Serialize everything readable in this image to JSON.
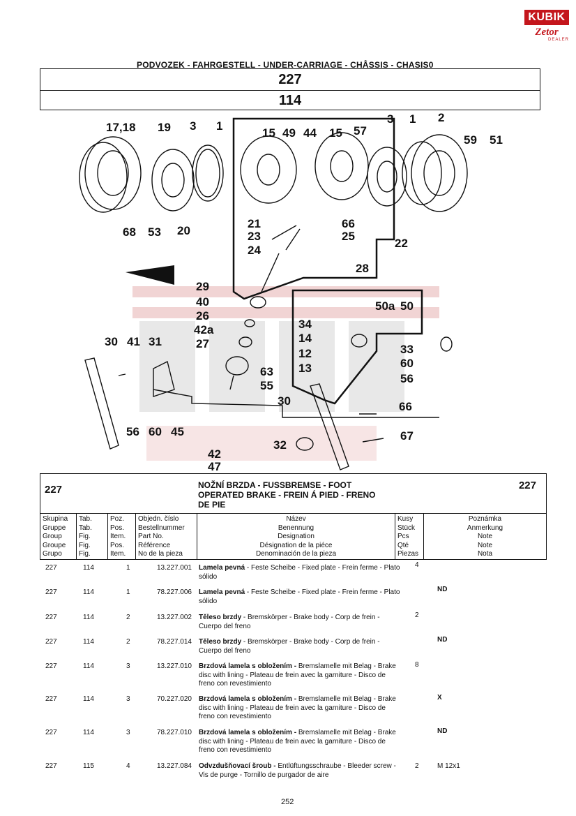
{
  "brand": {
    "line1": "KUBIK",
    "line2": "Zetor",
    "line3": "DEALER"
  },
  "header": {
    "title": "PODVOZEK - FAHRGESTELL - UNDER-CARRIAGE - CHÂSSIS - CHASIS0",
    "group": "227",
    "figure": "114"
  },
  "diagram": {
    "labels": [
      "17,18",
      "19",
      "3",
      "1",
      "15",
      "49",
      "44",
      "15",
      "57",
      "3",
      "1",
      "2",
      "59",
      "51",
      "68",
      "53",
      "20",
      "21",
      "66",
      "23",
      "25",
      "24",
      "22",
      "28",
      "29",
      "40",
      "26",
      "42a",
      "27",
      "50a",
      "50",
      "34",
      "14",
      "12",
      "13",
      "33",
      "60",
      "56",
      "30",
      "41",
      "31",
      "63",
      "55",
      "30",
      "66",
      "67",
      "32",
      "56",
      "60",
      "45",
      "42",
      "47"
    ]
  },
  "list_header": {
    "group_left": "227",
    "group_right": "227",
    "title_line1": "NOŽNÍ BRZDA - FUSSBREMSE - FOOT",
    "title_line2": "OPERATED BRAKE - FREIN Á PIED - FRENO",
    "title_line3": "DE PIE",
    "columns": {
      "skupina": [
        "Skupina",
        "Gruppe",
        "Group",
        "Groupe",
        "Grupo"
      ],
      "tab": [
        "Tab.",
        "Tab.",
        "Fig.",
        "Fig.",
        "Fig."
      ],
      "poz": [
        "Poz.",
        "Pos.",
        "Item.",
        "Pos.",
        "Item."
      ],
      "ref": [
        "Objedn. číslo",
        "Bestellnummer",
        "Part No.",
        "Référence",
        "No de la pieza"
      ],
      "nazev": [
        "Název",
        "Benennung",
        "Designation",
        "Désignation de la piéce",
        "Denominación de la pieza"
      ],
      "kusy": [
        "Kusy",
        "Stück",
        "Pcs",
        "Qté",
        "Piezas"
      ],
      "note": [
        "Poznámka",
        "Anmerkung",
        "Note",
        "Note",
        "Nota"
      ]
    }
  },
  "parts": [
    {
      "grp": "227",
      "tab": "114",
      "poz": "1",
      "ref": "13.227.001",
      "name_b": "Lamela pevná",
      "name": " - Feste Scheibe - Fixed plate - Frein ferme - Plato sólido",
      "pcs": "4",
      "note": ""
    },
    {
      "grp": "227",
      "tab": "114",
      "poz": "1",
      "ref": "78.227.006",
      "name_b": "Lamela pevná",
      "name": " - Feste Scheibe - Fixed plate - Frein ferme - Plato sólido",
      "pcs": "",
      "note": "ND"
    },
    {
      "grp": "227",
      "tab": "114",
      "poz": "2",
      "ref": "13.227.002",
      "name_b": "Těleso brzdy",
      "name": " - Bremskörper - Brake body - Corp de frein - Cuerpo del freno",
      "pcs": "2",
      "note": ""
    },
    {
      "grp": "227",
      "tab": "114",
      "poz": "2",
      "ref": "78.227.014",
      "name_b": "Těleso brzdy",
      "name": " - Bremskörper - Brake body - Corp de frein - Cuerpo del freno",
      "pcs": "",
      "note": "ND"
    },
    {
      "grp": "227",
      "tab": "114",
      "poz": "3",
      "ref": "13.227.010",
      "name_b": "Brzdová lamela s obložením -",
      "name": " Bremslamelle mit Belag - Brake disc with lining - Plateau de frein avec la garniture - Disco de freno con revestimiento",
      "pcs": "8",
      "note": ""
    },
    {
      "grp": "227",
      "tab": "114",
      "poz": "3",
      "ref": "70.227.020",
      "name_b": "Brzdová lamela s obložením -",
      "name": " Bremslamelle mit Belag - Brake disc with lining - Plateau de frein avec la garniture - Disco de freno con revestimiento",
      "pcs": "",
      "note": "X"
    },
    {
      "grp": "227",
      "tab": "114",
      "poz": "3",
      "ref": "78.227.010",
      "name_b": "Brzdová lamela s obložením -",
      "name": " Bremslamelle mit Belag - Brake disc with lining - Plateau de frein avec la garniture - Disco de freno con revestimiento",
      "pcs": "",
      "note": "ND"
    },
    {
      "grp": "227",
      "tab": "115",
      "poz": "4",
      "ref": "13.227.084",
      "name_b": "Odvzdušňovací šroub -",
      "name": " Entlüftungsschraube - Bleeder screw - Vis de purge - Tornillo de purgador de aire",
      "pcs": "2",
      "note": "M 12x1"
    }
  ],
  "page_number": "252"
}
